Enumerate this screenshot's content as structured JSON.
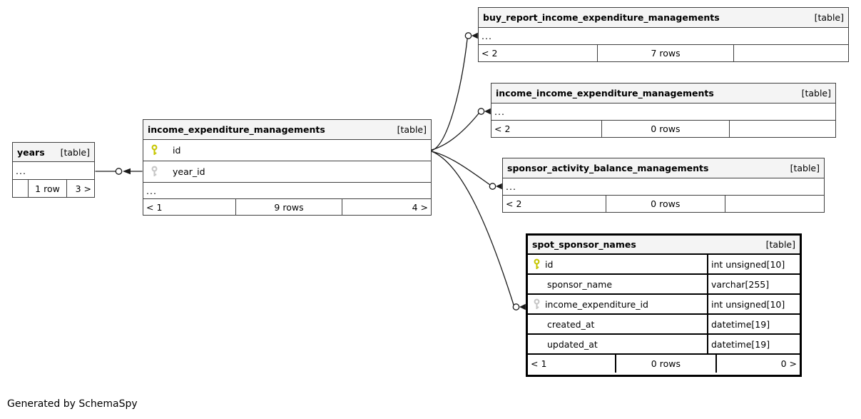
{
  "page": {
    "generator_note": "Generated by SchemaSpy"
  },
  "badges": {
    "table": "[table]",
    "ellipsis": "..."
  },
  "colors": {
    "primary_key": "#c6c600",
    "foreign_key": "#c6c6c6",
    "header_bg": "#f4f4f4",
    "border": "#3f3f3f",
    "highlight_border": "#000000"
  },
  "tables": {
    "years": {
      "name": "years",
      "footer": {
        "left": "",
        "center": "1 row",
        "right": "3 >"
      }
    },
    "income_expenditure_managements": {
      "name": "income_expenditure_managements",
      "columns": [
        {
          "name": "id",
          "key": "primary-key"
        },
        {
          "name": "year_id",
          "key": "foreign-key"
        }
      ],
      "footer": {
        "left": "< 1",
        "center": "9 rows",
        "right": "4 >"
      }
    },
    "buy_report_income_expenditure_managements": {
      "name": "buy_report_income_expenditure_managements",
      "footer": {
        "left": "< 2",
        "center": "7 rows",
        "right": ""
      }
    },
    "income_income_expenditure_managements": {
      "name": "income_income_expenditure_managements",
      "footer": {
        "left": "< 2",
        "center": "0 rows",
        "right": ""
      }
    },
    "sponsor_activity_balance_managements": {
      "name": "sponsor_activity_balance_managements",
      "footer": {
        "left": "< 2",
        "center": "0 rows",
        "right": ""
      }
    },
    "spot_sponsor_names": {
      "name": "spot_sponsor_names",
      "columns": [
        {
          "name": "id",
          "type": "int unsigned[10]",
          "key": "primary-key"
        },
        {
          "name": "sponsor_name",
          "type": "varchar[255]",
          "key": ""
        },
        {
          "name": "income_expenditure_id",
          "type": "int unsigned[10]",
          "key": "foreign-key"
        },
        {
          "name": "created_at",
          "type": "datetime[19]",
          "key": ""
        },
        {
          "name": "updated_at",
          "type": "datetime[19]",
          "key": ""
        }
      ],
      "footer": {
        "left": "< 1",
        "center": "0 rows",
        "right": "0 >"
      }
    }
  },
  "relationships": [
    {
      "from": "years",
      "to": "income_expenditure_managements.year_id"
    },
    {
      "from": "income_expenditure_managements.id",
      "to": "buy_report_income_expenditure_managements"
    },
    {
      "from": "income_expenditure_managements.id",
      "to": "income_income_expenditure_managements"
    },
    {
      "from": "income_expenditure_managements.id",
      "to": "sponsor_activity_balance_managements"
    },
    {
      "from": "income_expenditure_managements.id",
      "to": "spot_sponsor_names.income_expenditure_id"
    }
  ]
}
